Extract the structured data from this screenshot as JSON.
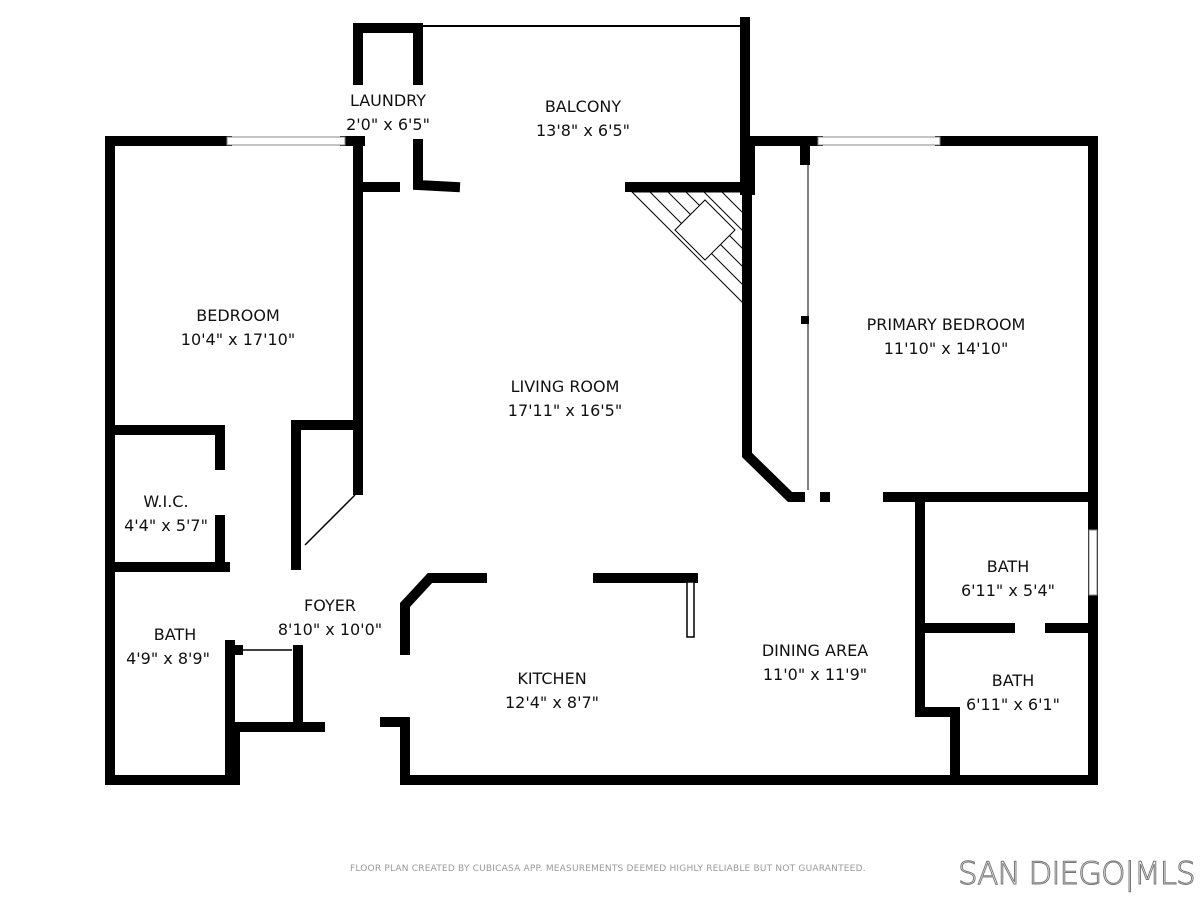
{
  "rooms": [
    {
      "name": "LAUNDRY",
      "size": "2'0\" x 6'5\""
    },
    {
      "name": "BALCONY",
      "size": "13'8\" x 6'5\""
    },
    {
      "name": "BEDROOM",
      "size": "10'4\" x 17'10\""
    },
    {
      "name": "LIVING ROOM",
      "size": "17'11\" x 16'5\""
    },
    {
      "name": "PRIMARY BEDROOM",
      "size": "11'10\" x 14'10\""
    },
    {
      "name": "W.I.C.",
      "size": "4'4\" x 5'7\""
    },
    {
      "name": "FOYER",
      "size": "8'10\" x 10'0\""
    },
    {
      "name": "BATH",
      "size": "4'9\" x 8'9\""
    },
    {
      "name": "KITCHEN",
      "size": "12'4\" x 8'7\""
    },
    {
      "name": "DINING AREA",
      "size": "11'0\" x 11'9\""
    },
    {
      "name": "BATH",
      "size": "6'11\" x 5'4\""
    },
    {
      "name": "BATH",
      "size": "6'11\" x 6'1\""
    }
  ],
  "footer": {
    "disclaimer": "FLOOR PLAN CREATED BY CUBICASA APP. MEASUREMENTS DEEMED HIGHLY RELIABLE BUT NOT GUARANTEED.",
    "logo": "SAN DIEGO|MLS"
  }
}
